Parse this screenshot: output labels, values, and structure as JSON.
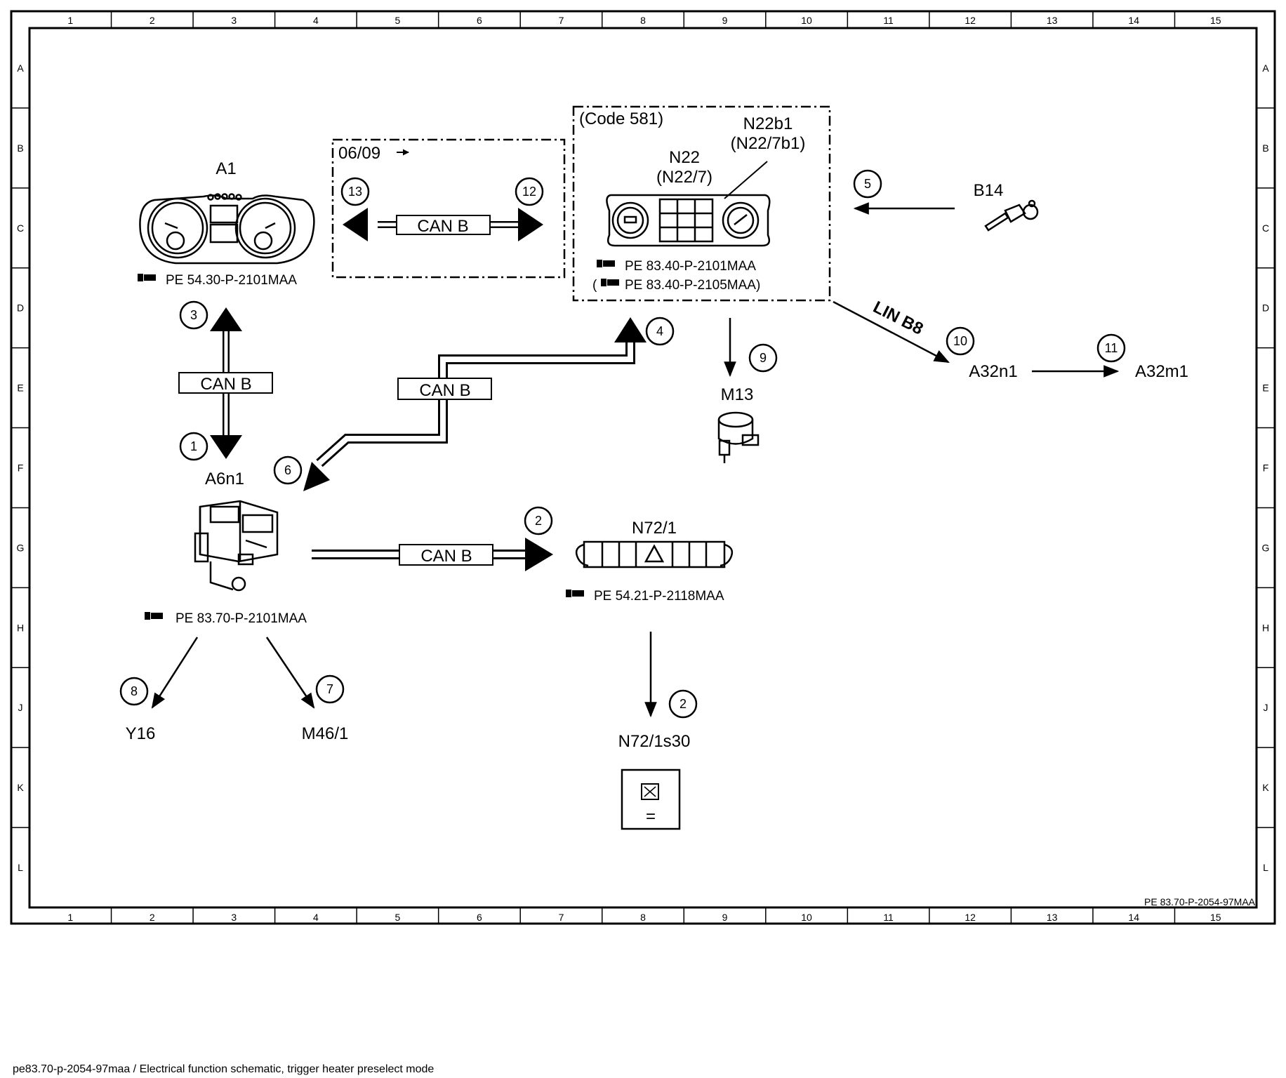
{
  "grid": {
    "columns": [
      "1",
      "2",
      "3",
      "4",
      "5",
      "6",
      "7",
      "8",
      "9",
      "10",
      "11",
      "12",
      "13",
      "14",
      "15"
    ],
    "rows": [
      "A",
      "B",
      "C",
      "D",
      "E",
      "F",
      "G",
      "H",
      "J",
      "K",
      "L"
    ]
  },
  "components": {
    "a1": {
      "label": "A1",
      "ref": "PE 54.30-P-2101MAA"
    },
    "n22": {
      "label": "N22",
      "sublabel": "(N22/7)",
      "ref": "PE 83.40-P-2101MAA",
      "ref2": "PE 83.40-P-2105MAA)",
      "ref2_prefix": "("
    },
    "n22b1": {
      "label": "N22b1",
      "sublabel": "(N22/7b1)"
    },
    "code_box": {
      "label": "(Code 581)"
    },
    "b14": {
      "label": "B14"
    },
    "a6n1": {
      "label": "A6n1",
      "ref": "PE 83.70-P-2101MAA"
    },
    "n72_1": {
      "label": "N72/1",
      "ref": "PE 54.21-P-2118MAA"
    },
    "m13": {
      "label": "M13"
    },
    "a32n1": {
      "label": "A32n1"
    },
    "a32m1": {
      "label": "A32m1"
    },
    "y16": {
      "label": "Y16"
    },
    "m46_1": {
      "label": "M46/1"
    },
    "n72_1s30": {
      "label": "N72/1s30",
      "symbol": "="
    }
  },
  "connections": {
    "can_b": "CAN B",
    "lin_b8": "LIN B8",
    "date_box": "06/09"
  },
  "markers": [
    "1",
    "2",
    "2",
    "3",
    "4",
    "5",
    "6",
    "7",
    "8",
    "9",
    "10",
    "11",
    "12",
    "13"
  ],
  "footer": {
    "doc_id": "PE 83.70-P-2054-97MAA",
    "caption": "pe83.70-p-2054-97maa / Electrical function schematic, trigger heater preselect mode"
  }
}
